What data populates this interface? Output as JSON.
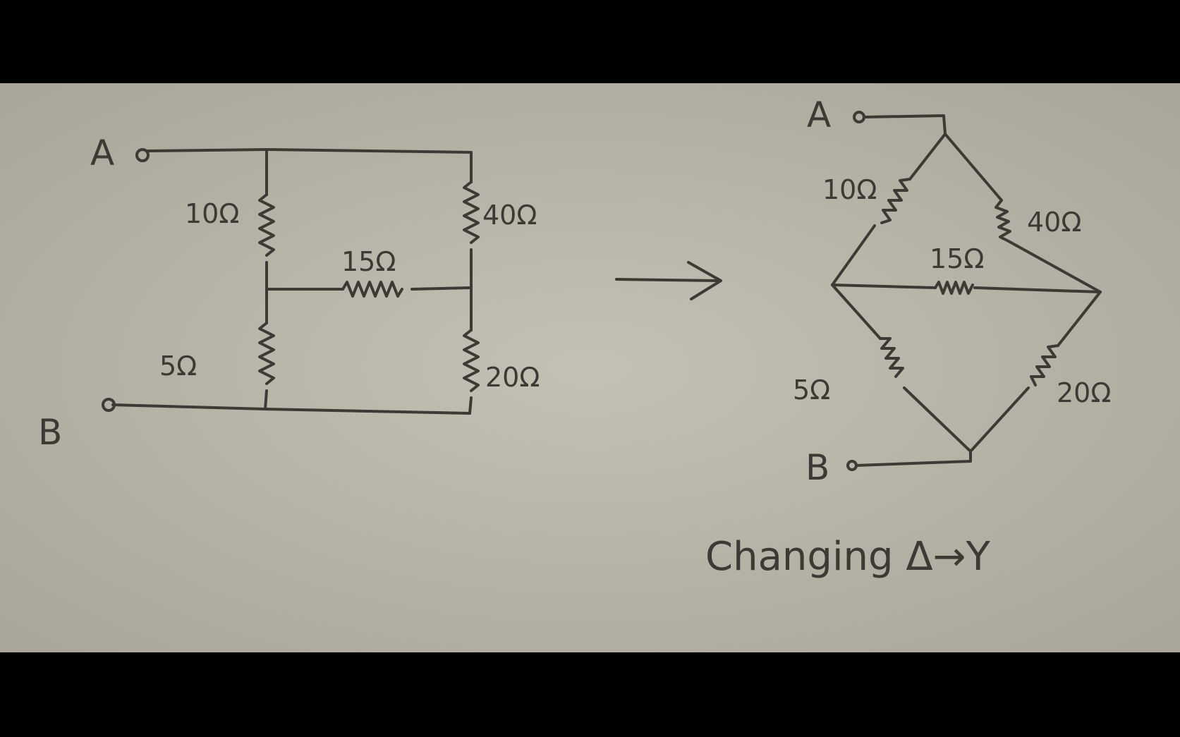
{
  "circuit_original": {
    "node_a": "A",
    "node_b": "B",
    "r1": "10Ω",
    "r2": "40Ω",
    "r3": "15Ω",
    "r4": "5Ω",
    "r5": "20Ω"
  },
  "circuit_redrawn": {
    "node_a": "A",
    "node_b": "B",
    "r1": "10Ω",
    "r2": "40Ω",
    "r3": "15Ω",
    "r4": "5Ω",
    "r5": "20Ω"
  },
  "caption": "Changing Δ→Y",
  "colors": {
    "paper": "#bdb9ad",
    "ink": "#3d3a35",
    "frame": "#000000"
  }
}
